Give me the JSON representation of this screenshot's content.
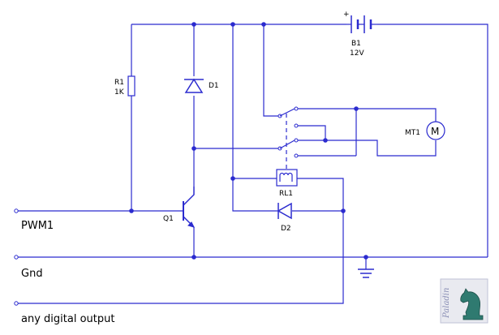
{
  "labels": {
    "b1_ref": "B1",
    "b1_value": "12V",
    "r1_ref": "R1",
    "r1_value": "1K",
    "d1_ref": "D1",
    "d2_ref": "D2",
    "q1_ref": "Q1",
    "rl1_ref": "RL1",
    "mt1_ref": "MT1",
    "battery_plus": "+",
    "motor_symbol": "M",
    "pwm_port": "PWM1",
    "gnd_port": "Gnd",
    "digital_port": "any digital output",
    "logo_text": "Paladin"
  },
  "colors": {
    "wire": "#2b2bcf",
    "background": "#ffffff"
  }
}
